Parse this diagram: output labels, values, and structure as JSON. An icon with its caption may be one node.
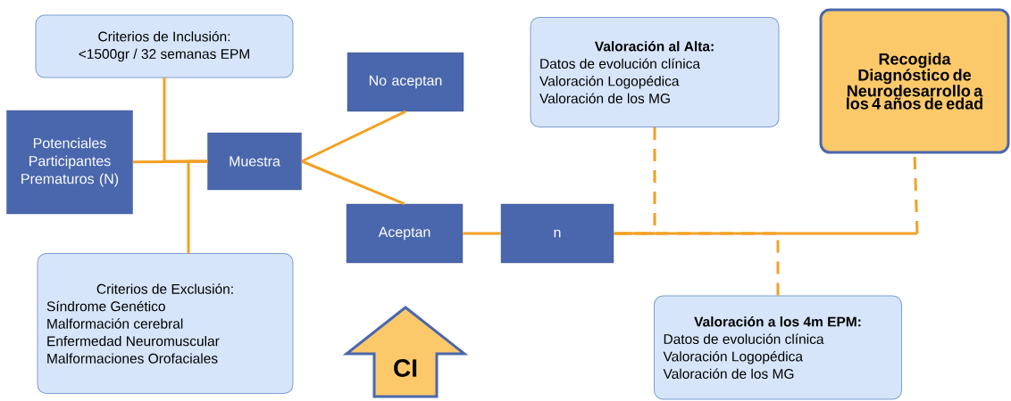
{
  "diagram": {
    "nodes": [
      {
        "text": [
          "Criterios de Inclusión:",
          "<1500gr / 32 semanas EPM"
        ]
      },
      {
        "text": [
          "Potenciales Participantes Prematuros (N)"
        ]
      },
      {
        "text": [
          "Muestra"
        ]
      },
      {
        "text": [
          "No aceptan"
        ]
      },
      {
        "text": [
          "Criterios de Exclusión:",
          "Síndrome Genético",
          "Malformación cerebral",
          "Enfermedad Neuromuscular",
          "Malformaciones Orofaciales"
        ]
      },
      {
        "text": [
          "Aceptan"
        ]
      },
      {
        "text": [
          "n"
        ]
      },
      {
        "text": [
          "Valoración al Alta:",
          "Datos de evolución clínica",
          "Valoración Logopédica",
          "Valoración de los MG"
        ]
      },
      {
        "text": [
          "Recogida Diagnóstico de Neurodesarrollo a los 4 años de edad"
        ]
      },
      {
        "text": [
          "Valoración a los 4m EPM:",
          "Datos de evolución clínica",
          "Valoración Logopédica",
          "Valoración de los MG"
        ]
      },
      {
        "text": [
          "CI"
        ]
      }
    ],
    "edges": [
      {
        "from": 1,
        "to": 2,
        "arrow": "none"
      },
      {
        "from": 0,
        "to": 2,
        "arrow": "none"
      },
      {
        "from": 4,
        "to": 2,
        "arrow": "none"
      },
      {
        "from": 2,
        "to": 3,
        "arrow": "none"
      },
      {
        "from": 2,
        "to": 5,
        "arrow": "none"
      },
      {
        "from": 5,
        "to": 6,
        "arrow": "none"
      },
      {
        "from": 7,
        "to": 6,
        "arrow": "none",
        "style": "dashed"
      },
      {
        "from": 9,
        "to": 6,
        "arrow": "none",
        "style": "dashed"
      },
      {
        "from": 8,
        "to": 6,
        "arrow": "none"
      }
    ]
  }
}
